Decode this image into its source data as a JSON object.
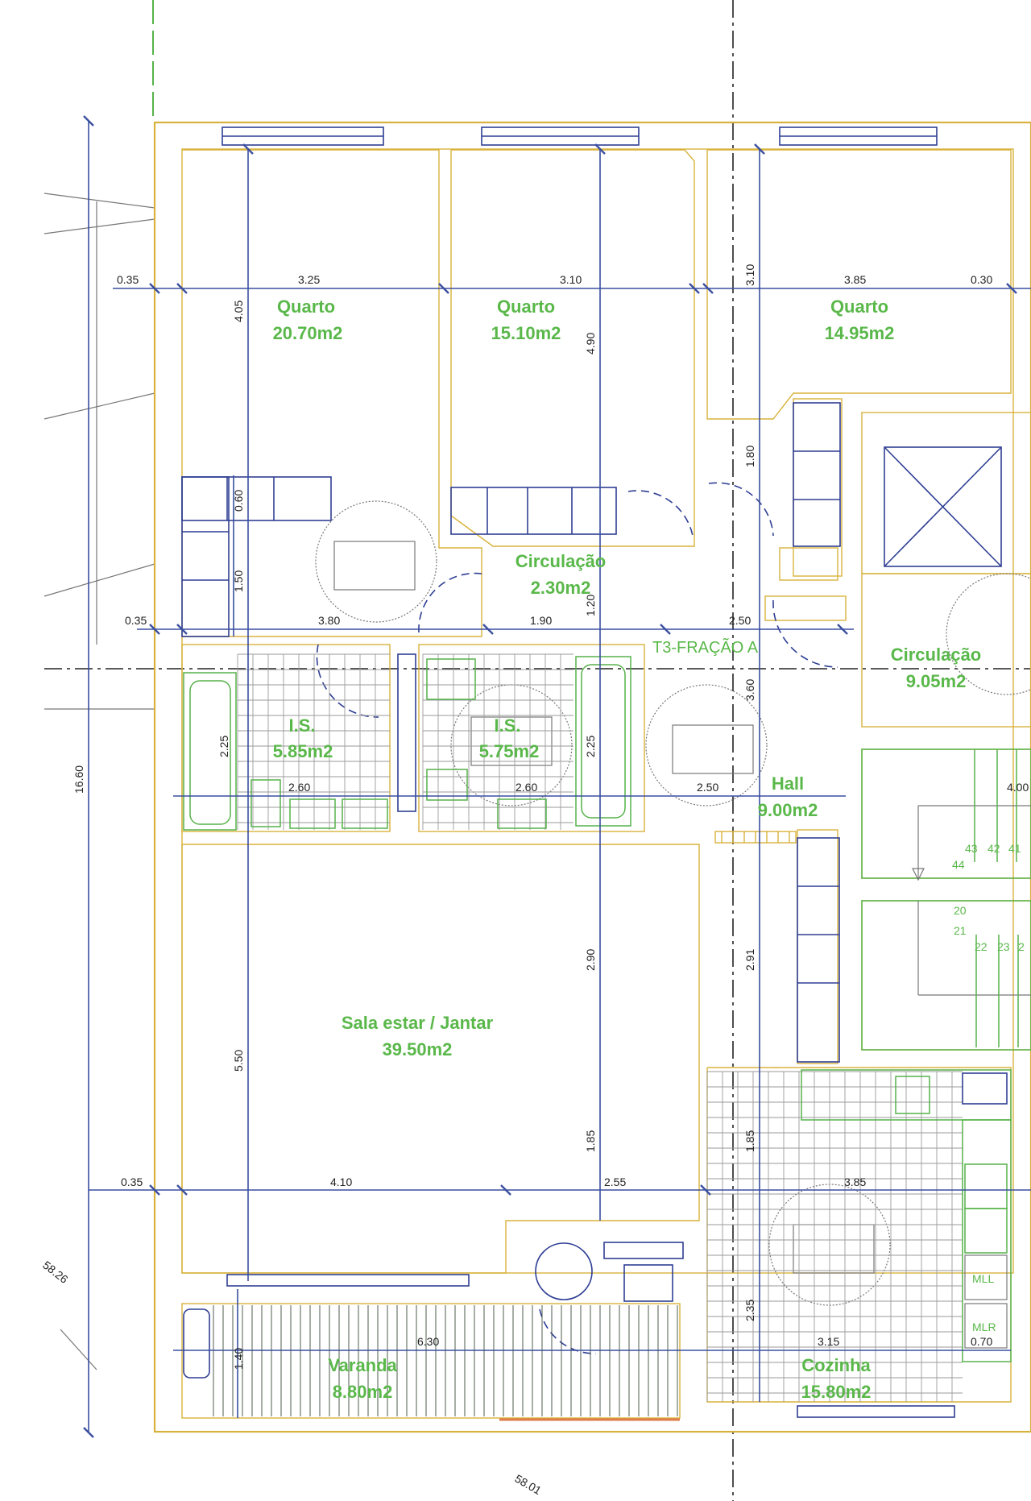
{
  "fraction_label": "T3-FRAÇÃO A",
  "rooms": [
    {
      "name": "Quarto",
      "area": "20.70m2"
    },
    {
      "name": "Quarto",
      "area": "15.10m2"
    },
    {
      "name": "Quarto",
      "area": "14.95m2"
    },
    {
      "name": "Circulação",
      "area": "2.30m2"
    },
    {
      "name": "Circulação",
      "area": "9.05m2"
    },
    {
      "name": "I.S.",
      "area": "5.85m2"
    },
    {
      "name": "I.S.",
      "area": "5.75m2"
    },
    {
      "name": "Hall",
      "area": "9.00m2"
    },
    {
      "name": "Sala estar / Jantar",
      "area": "39.50m2"
    },
    {
      "name": "Varanda",
      "area": "8.80m2"
    },
    {
      "name": "Cozinha",
      "area": "15.80m2"
    }
  ],
  "dimensions": {
    "row1": [
      "0.35",
      "3.25",
      "3.10",
      "3.85",
      "0.30"
    ],
    "row2": [
      "0.35",
      "3.80",
      "1.90",
      "2.50"
    ],
    "row3": [
      "2.60",
      "2.60",
      "2.50"
    ],
    "row4": [
      "0.35",
      "4.10",
      "2.55",
      "3.85"
    ],
    "row5": [
      "6.30",
      "3.15",
      "0.70"
    ],
    "vertical": [
      "4.05",
      "4.90",
      "3.10",
      "0.60",
      "1.50",
      "1.80",
      "1.20",
      "2.25",
      "2.25",
      "3.60",
      "16.60",
      "2.90",
      "2.91",
      "5.50",
      "1.85",
      "1.85",
      "1.40",
      "2.35",
      "4.00"
    ],
    "diagonal": [
      "58.26",
      "58.01"
    ]
  },
  "appliances": [
    "MLL",
    "MLR"
  ],
  "stair_numbers": [
    "43",
    "42",
    "41",
    "44",
    "20",
    "21",
    "22",
    "23",
    "2"
  ]
}
